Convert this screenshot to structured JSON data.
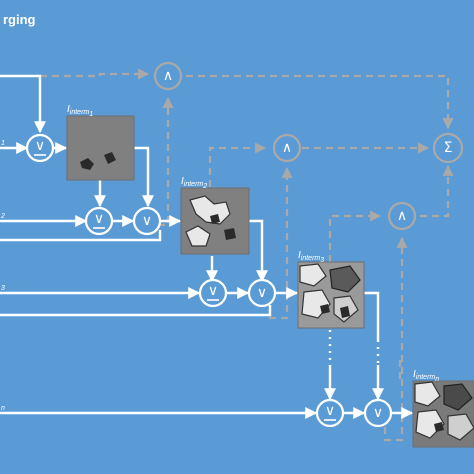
{
  "title": "rging",
  "input_labels": [
    "1",
    "2",
    "3",
    "n"
  ],
  "images": [
    {
      "base": "I",
      "sub": "interm",
      "index": "1"
    },
    {
      "base": "I",
      "sub": "interm",
      "index": "2"
    },
    {
      "base": "I",
      "sub": "interm",
      "index": "3"
    },
    {
      "base": "I",
      "sub": "interm",
      "index": "n"
    }
  ],
  "operators": {
    "or_underlined": "∨",
    "or": "∨",
    "and": "∧",
    "sum": "Σ"
  },
  "colors": {
    "background": "#5b9bd5",
    "line": "#ffffff",
    "dashed_line": "#a9a9a9",
    "image_gray": "#808080"
  }
}
